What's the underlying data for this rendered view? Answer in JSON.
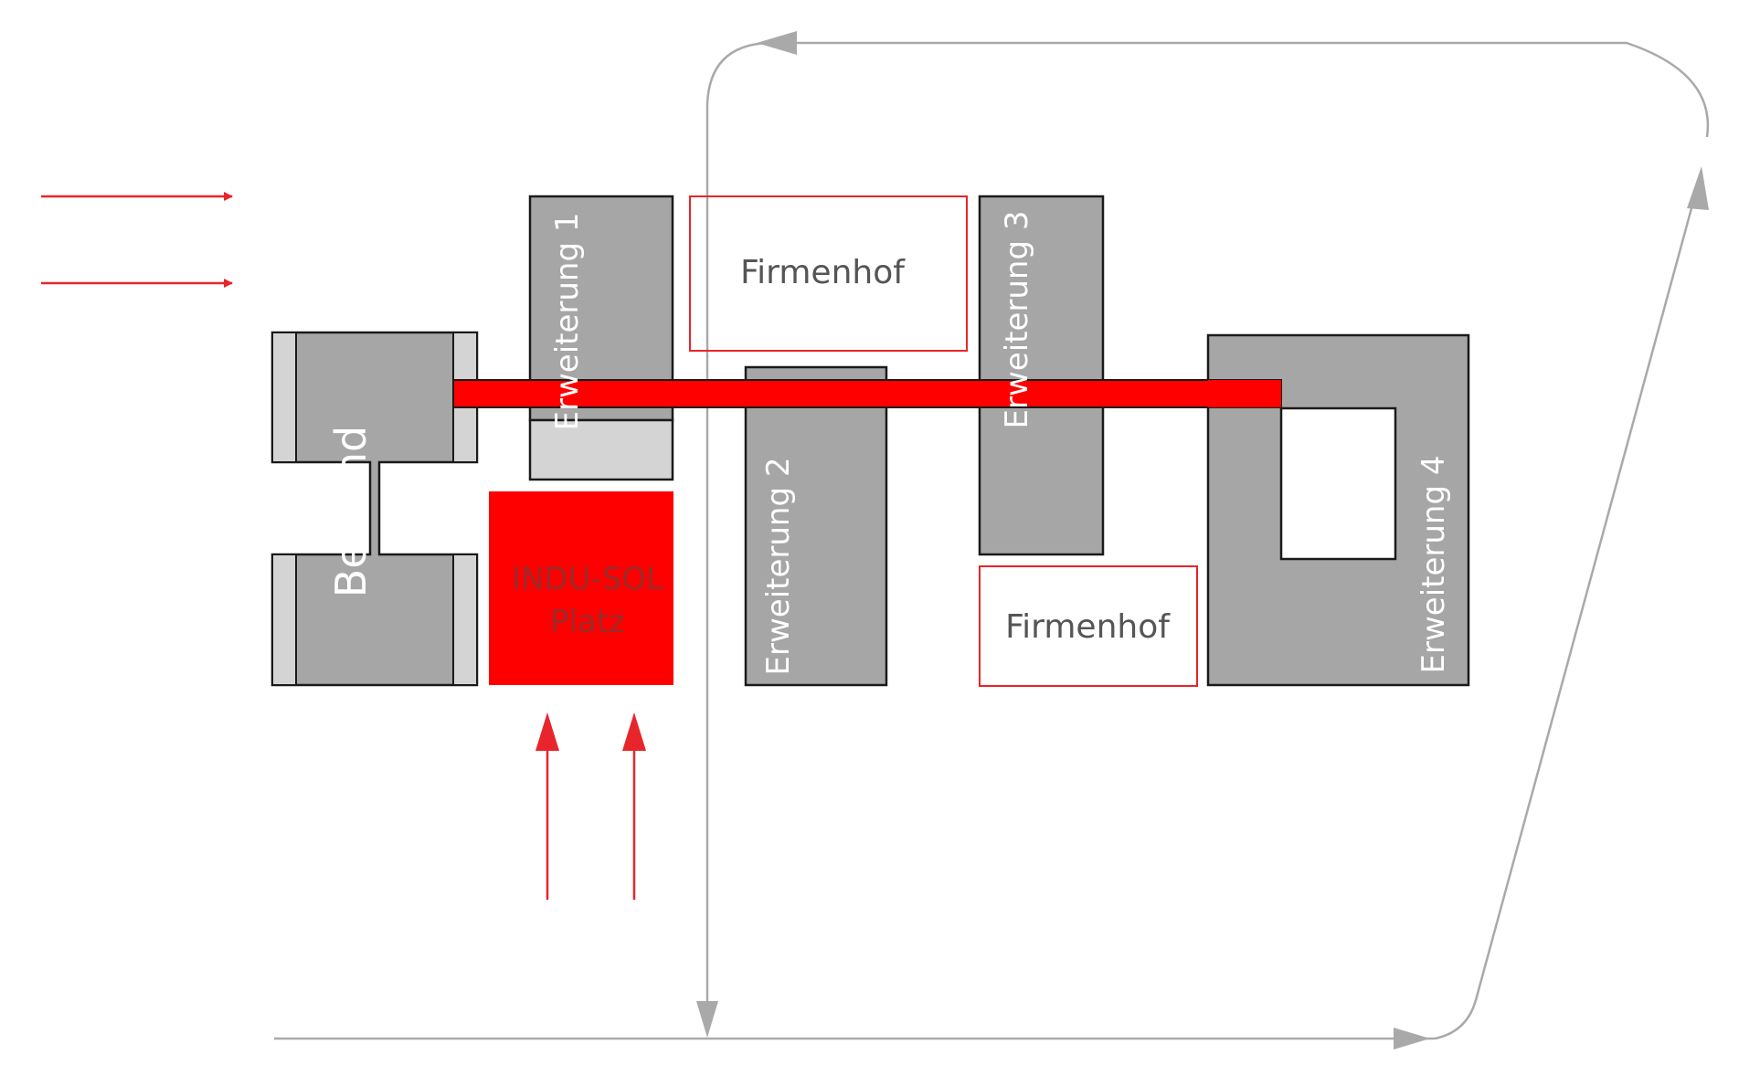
{
  "labels": {
    "bestand": "Bestand",
    "erweiterung_1": "Erweiterung 1",
    "erweiterung_2": "Erweiterung 2",
    "erweiterung_3": "Erweiterung 3",
    "erweiterung_4": "Erweiterung 4",
    "firmenhof_top": "Firmenhof",
    "firmenhof_bottom": "Firmenhof",
    "platz_line1": "INDU-SOL",
    "platz_line2": "Platz"
  },
  "colors": {
    "building_fill": "#a6a6a6",
    "building_stroke": "#1a1a1a",
    "light_fill": "#d4d4d4",
    "accent_red": "#ff0000",
    "arrow_red": "#e8252a",
    "road_gray": "#a9a9a9",
    "label_light": "#ffffff",
    "label_dark": "#555555",
    "platz_text": "#9a2a2a"
  }
}
